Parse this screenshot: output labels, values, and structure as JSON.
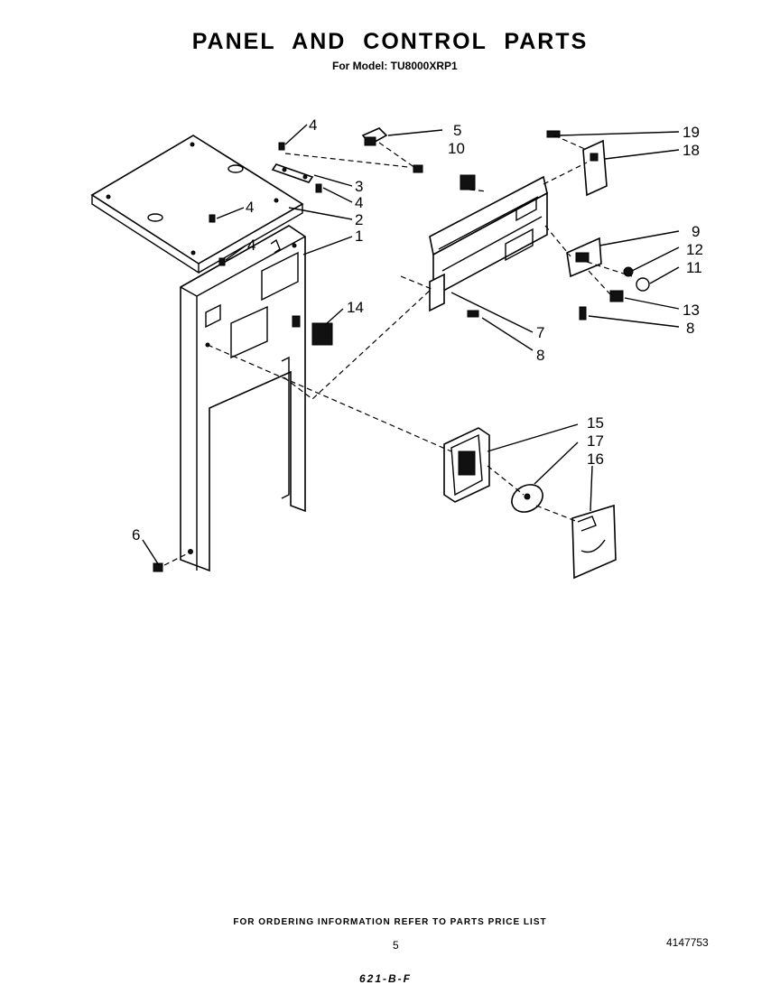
{
  "header": {
    "title": "PANEL AND CONTROL PARTS",
    "subtitle": "For Model: TU8000XRP1"
  },
  "callouts": [
    "4",
    "5",
    "10",
    "19",
    "18",
    "3",
    "4",
    "2",
    "4",
    "1",
    "4",
    "9",
    "12",
    "11",
    "14",
    "7",
    "13",
    "8",
    "8",
    "15",
    "17",
    "16",
    "6"
  ],
  "footer": {
    "ordering_note": "FOR ORDERING INFORMATION REFER TO PARTS PRICE LIST",
    "page_number": "5",
    "part_number": "4147753",
    "handwritten_code": "621-B-F"
  }
}
